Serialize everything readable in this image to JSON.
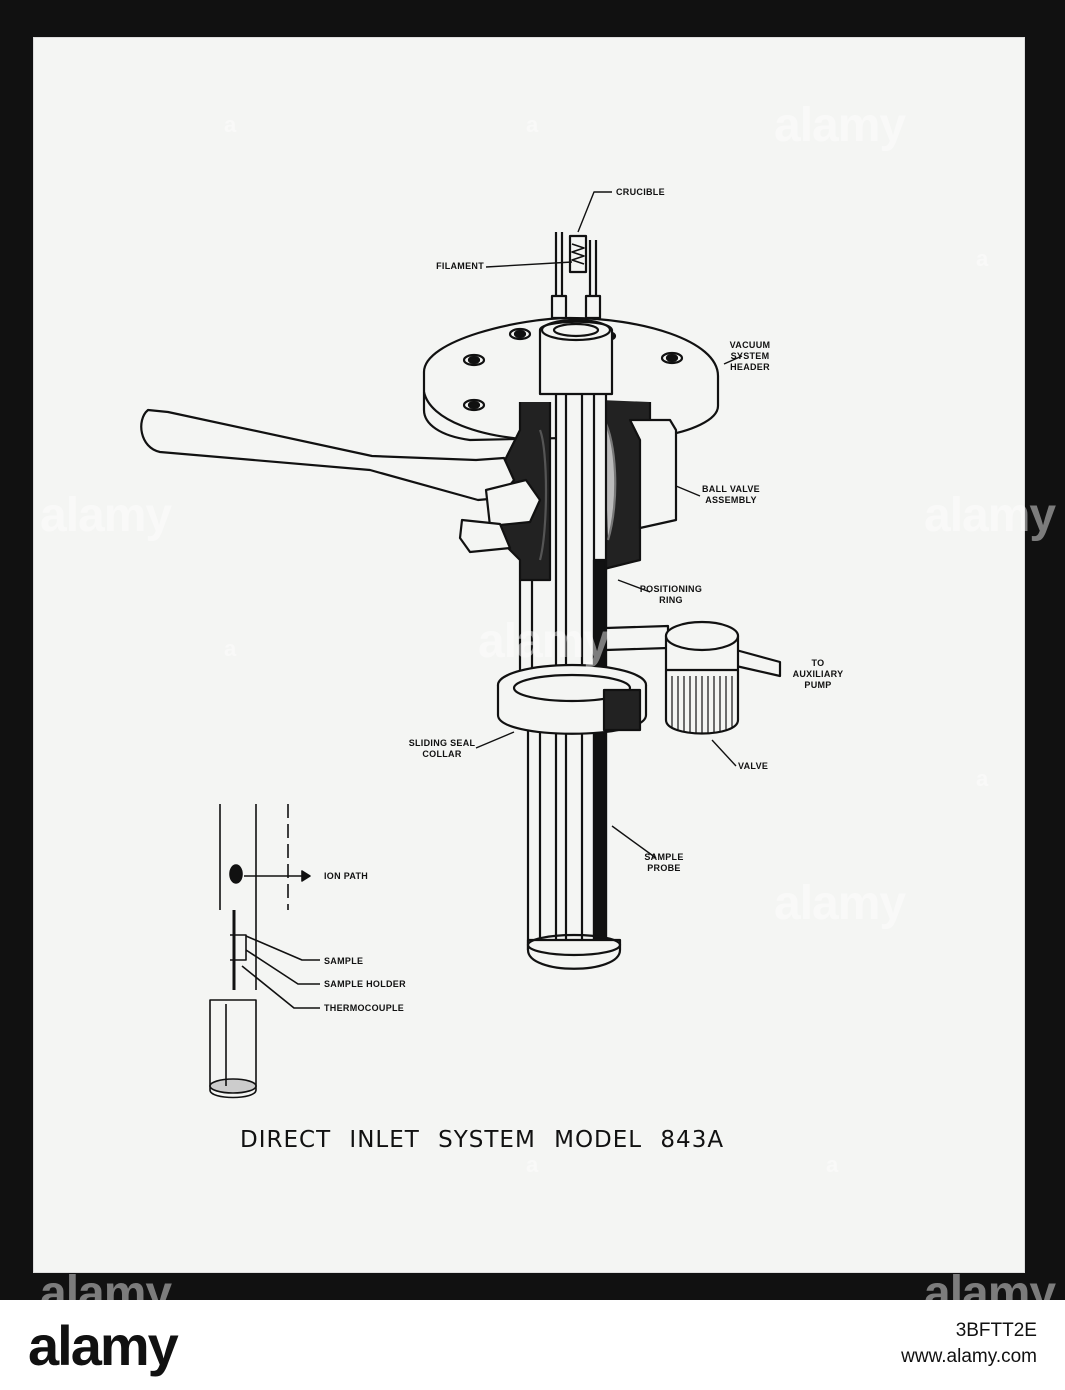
{
  "diagram": {
    "title": "DIRECT INLET SYSTEM MODEL 843A",
    "labels": {
      "crucible": "CRUCIBLE",
      "filament": "FILAMENT",
      "vacuum_header": "VACUUM\nSYSTEM\nHEADER",
      "ball_valve": "BALL VALVE\nASSEMBLY",
      "positioning_ring": "POSITIONING\nRING",
      "auxiliary_pump": "TO\nAUXILIARY\nPUMP",
      "valve": "VALVE",
      "sliding_seal": "SLIDING SEAL\nCOLLAR",
      "sample_probe": "SAMPLE\nPROBE",
      "ion_path": "ION PATH",
      "sample": "SAMPLE",
      "sample_holder": "SAMPLE HOLDER",
      "thermocouple": "THERMOCOUPLE"
    }
  },
  "watermark": {
    "text": "alamy",
    "letter": "a"
  },
  "footer": {
    "logo": "alamy",
    "image_id": "3BFTT2E",
    "url": "www.alamy.com"
  }
}
